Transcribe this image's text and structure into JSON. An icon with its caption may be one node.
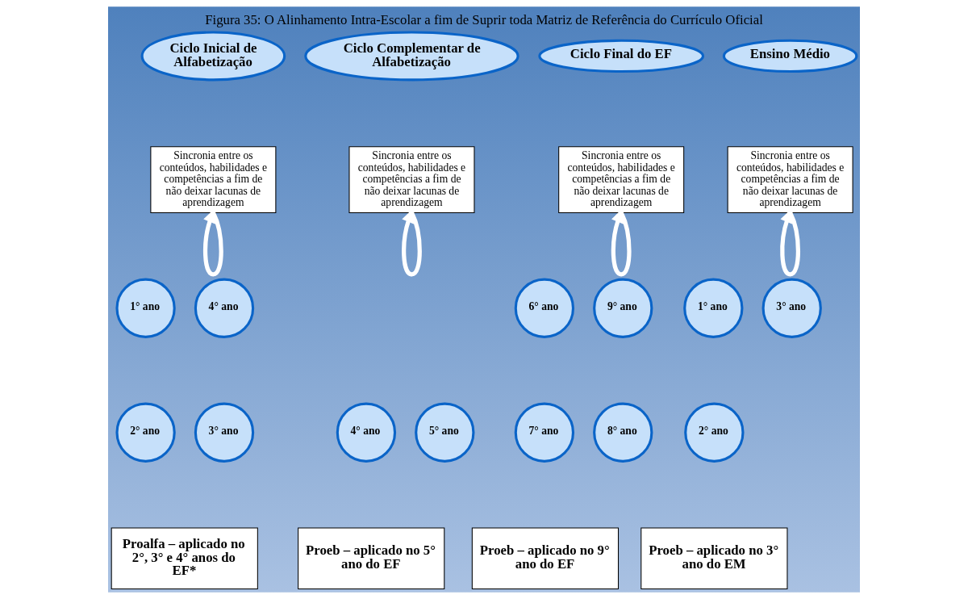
{
  "diagram": {
    "caption": "Figura 35: O Alinhamento Intra-Escolar a fim de Suprir toda Matriz de Referência do Currículo Oficial",
    "nodes": [
      {
        "text": [
          "Ciclo Inicial de Alfabetização"
        ]
      },
      {
        "text": [
          "Sincronia entre os conteúdos, habilidades e competências a fim de não deixar lacunas de aprendizagem"
        ]
      },
      {
        "text": [
          "1° ano"
        ]
      },
      {
        "text": [
          "4° ano"
        ]
      },
      {
        "text": [
          "2° ano"
        ]
      },
      {
        "text": [
          "3° ano"
        ]
      },
      {
        "text": [
          "Proalfa – aplicado no 2°, 3° e 4° anos do EF*"
        ]
      },
      {
        "text": [
          "Ciclo Complementar de Alfabetização"
        ]
      },
      {
        "text": [
          "Sincronia entre os conteúdos, habilidades e competências a fim de não deixar lacunas de aprendizagem"
        ]
      },
      {
        "text": [
          "4° ano"
        ]
      },
      {
        "text": [
          "5° ano"
        ]
      },
      {
        "text": [
          "Proeb – aplicado no 5° ano do EF"
        ]
      },
      {
        "text": [
          "Ciclo Final do EF"
        ]
      },
      {
        "text": [
          "Sincronia entre os conteúdos, habilidades e competências a fim de não deixar lacunas de aprendizagem"
        ]
      },
      {
        "text": [
          "6° ano"
        ]
      },
      {
        "text": [
          "9° ano"
        ]
      },
      {
        "text": [
          "7° ano"
        ]
      },
      {
        "text": [
          "8° ano"
        ]
      },
      {
        "text": [
          "Proeb – aplicado no 9° ano do EF"
        ]
      },
      {
        "text": [
          "Ensino Médio"
        ]
      },
      {
        "text": [
          "Sincronia entre os conteúdos, habilidades e competências a fim de não deixar lacunas de aprendizagem"
        ]
      },
      {
        "text": [
          "1° ano"
        ]
      },
      {
        "text": [
          "3° ano"
        ]
      },
      {
        "text": [
          "2° ano"
        ]
      },
      {
        "text": [
          "Proeb – aplicado no 3° ano do EM"
        ]
      }
    ],
    "edges": [
      {
        "from": 1,
        "to": 1,
        "arrow": "to"
      },
      {
        "from": 8,
        "to": 8,
        "arrow": "to"
      },
      {
        "from": 13,
        "to": 13,
        "arrow": "to"
      },
      {
        "from": 20,
        "to": 20,
        "arrow": "to"
      }
    ]
  }
}
